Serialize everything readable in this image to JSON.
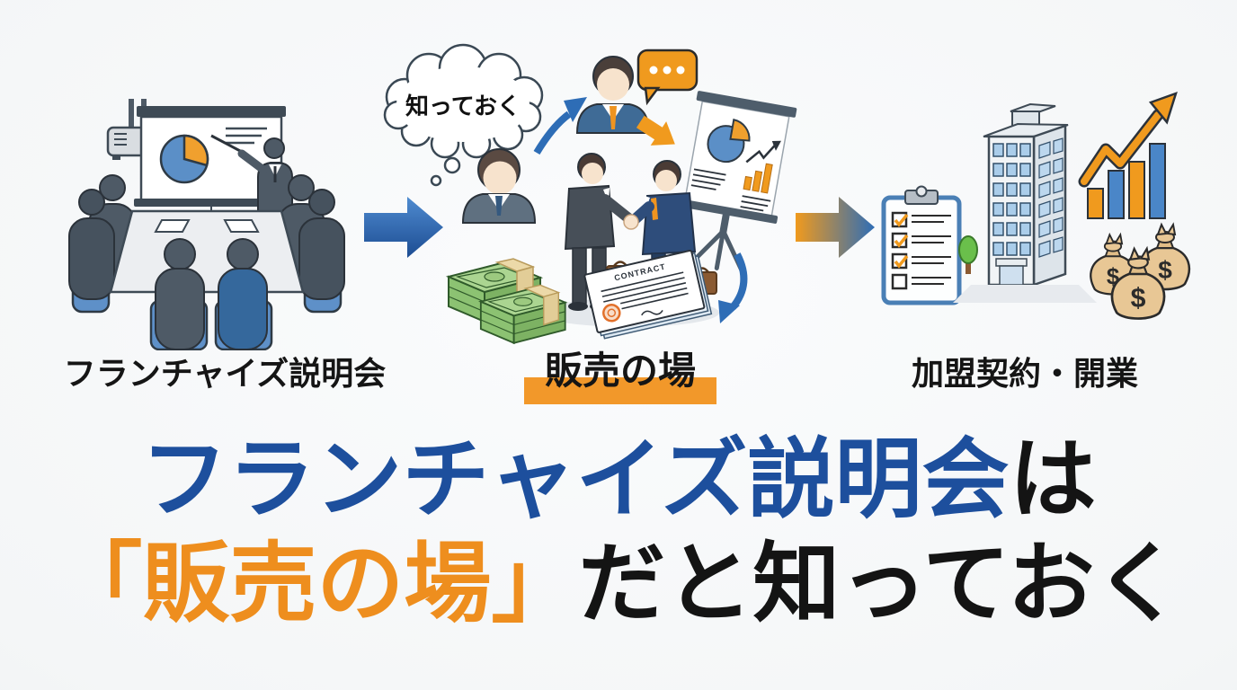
{
  "colors": {
    "headline_blue": "#1d4f9d",
    "headline_orange": "#ee8e1e",
    "headline_black": "#141414",
    "caption_text": "#151515",
    "caption_highlight": "#f2982a",
    "flow_arrow_blue": "#2d6ab9",
    "flow_arrow_orange": "#f09a1e",
    "background": "#f2f4f5"
  },
  "flow": {
    "steps": [
      {
        "id": "seminar",
        "caption": "フランチャイズ説明会",
        "icons": [
          "projector-icon",
          "presentation-screen-icon",
          "pie-chart-icon",
          "presenter-icon",
          "audience-icon",
          "meeting-table-icon"
        ]
      },
      {
        "id": "sales-venue",
        "caption": "販売の場",
        "highlighted": true,
        "thought_bubble_text": "知っておく",
        "document_title": "CONTRACT",
        "icons": [
          "thought-bubble-icon",
          "thinking-person-icon",
          "speaking-person-icon",
          "speech-bubble-icon",
          "flipchart-icon",
          "handshake-icon",
          "money-stack-icon",
          "contract-icon",
          "curved-arrow-icon"
        ]
      },
      {
        "id": "contract-opening",
        "caption": "加盟契約・開業",
        "money_bag_symbol": "$",
        "icons": [
          "checklist-clipboard-icon",
          "office-building-icon",
          "tree-icon",
          "growth-chart-icon",
          "money-bags-icon"
        ]
      }
    ],
    "connectors": [
      {
        "from": "seminar",
        "to": "sales-venue",
        "style": "blue"
      },
      {
        "from": "sales-venue",
        "to": "contract-opening",
        "style": "orange-to-blue"
      }
    ]
  },
  "headline": {
    "line1_blue": "フランチャイズ説明会",
    "line1_black": "は",
    "line2_orange": "「販売の場」",
    "line2_black": "だと知っておく"
  }
}
